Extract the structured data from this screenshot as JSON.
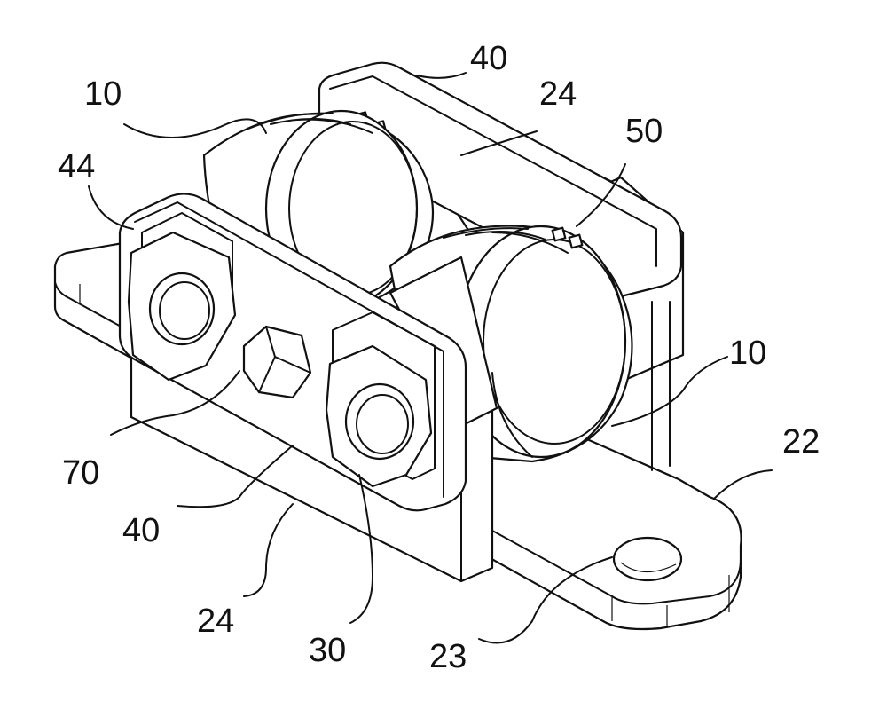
{
  "labels": {
    "roller_top": "10",
    "roller_right": "10",
    "plate_top": "40",
    "plate_front": "40",
    "bracket_top": "24",
    "bracket_front": "24",
    "base": "22",
    "hole": "23",
    "axle": "30",
    "opening": "44",
    "clip": "50",
    "bolt": "70"
  }
}
